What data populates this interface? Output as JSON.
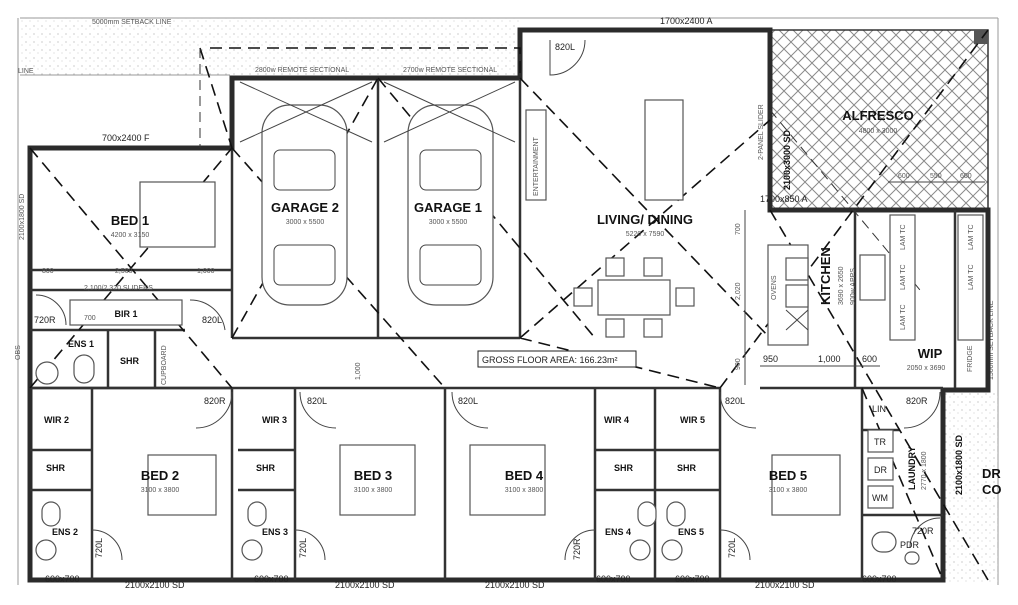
{
  "plan": {
    "boundary": {
      "setback": "5000mm SETBACK LINE",
      "line": "LINE",
      "obs": "OBS",
      "left_dim": "2100x1800 SD",
      "right_setback": "1500mm SETBACK LINE"
    },
    "top": {
      "alfresco_window": "1700x2400 A",
      "garage_door_2": "2800w REMOTE SECTIONAL",
      "garage_door_1": "2700w REMOTE SECTIONAL",
      "door_820l_top": "820L",
      "bed1_window": "700x2400 F"
    },
    "rooms": {
      "bed1": {
        "name": "BED 1",
        "size": "4200 x 3150"
      },
      "garage2": {
        "name": "GARAGE 2",
        "size": "3000 x 5500"
      },
      "garage1": {
        "name": "GARAGE 1",
        "size": "3000 x 5500"
      },
      "living": {
        "name": "LIVING/ DINING",
        "size": "5220 x 7590"
      },
      "alfresco": {
        "name": "ALFRESCO",
        "size": "4800 x 3000"
      },
      "kitchen": {
        "name": "KITCHEN",
        "size": "3690 x 2650"
      },
      "wip": {
        "name": "WIP",
        "size": "2050 x 3690"
      },
      "bed2": {
        "name": "BED 2",
        "size": "3100 x 3800"
      },
      "bed3": {
        "name": "BED 3",
        "size": "3100 x 3800"
      },
      "bed4": {
        "name": "BED 4",
        "size": "3100 x 3800"
      },
      "bed5": {
        "name": "BED 5",
        "size": "3100 x 3800"
      },
      "laundry": {
        "name": "LAUNDRY",
        "size": "2770 x 1800"
      },
      "ens1": "ENS 1",
      "ens2": "ENS 2",
      "ens3": "ENS 3",
      "ens4": "ENS 4",
      "ens5": "ENS 5",
      "wir2": "WIR 2",
      "wir3": "WIR 3",
      "wir4": "WIR 4",
      "wir5": "WIR 5",
      "shr": "SHR",
      "bir1": "BIR 1",
      "cupboard": "CUPBOARD",
      "pdr": "PDR",
      "lin": "LIN",
      "tr": "TR",
      "dr": "DR",
      "wm": "WM",
      "dr_co_1": "DR",
      "dr_co_2": "CO"
    },
    "labels": {
      "entertainment": "ENTERTAINMENT",
      "slider_2panel": "2-PANEL SLIDER",
      "slider_dim": "2100x3000 SD",
      "alfresco_bottom_dim": "1700x850 A",
      "gross_floor_area": "GROSS FLOOR AREA: 166.23m²",
      "apps": "900w APPS",
      "ovens": "OVENS",
      "fridge": "FRIDGE",
      "lam": "LAM TC",
      "sliders": "2,100/2,320 SLIDERS",
      "dim_800": "800",
      "dim_2500": "2,500",
      "dim_1000": "1,000",
      "dim_950": "950",
      "dim_1000b": "1,000",
      "dim_600": "600",
      "dim_600b": "600",
      "dim_550": "550",
      "dim_600c": "600",
      "dim_700": "700",
      "dim_2020": "2,020",
      "dim_900": "900",
      "dim_1000v": "1,000",
      "dim_700v": "700",
      "laundry_sd": "2100x1800 SD"
    },
    "doors": {
      "d720r_a": "720R",
      "d820l_a": "820L",
      "d820r_b": "820R",
      "d820l_c": "820L",
      "d820l_d": "820L",
      "d820l_e": "820L",
      "d820r_f": "820R",
      "d720l_a": "720L",
      "d720l_b": "720L",
      "d720r_c": "720R",
      "d720l_d": "720L",
      "d720r_e": "720R"
    },
    "bottom": {
      "w1": "600x700",
      "w2": "2100x2100 SD",
      "w3": "600x700",
      "w4": "2100x2100 SD",
      "w5": "2100x2100 SD",
      "w6": "600x700",
      "w7": "600x700",
      "w8": "2100x2100 SD",
      "w9": "600x700"
    }
  }
}
